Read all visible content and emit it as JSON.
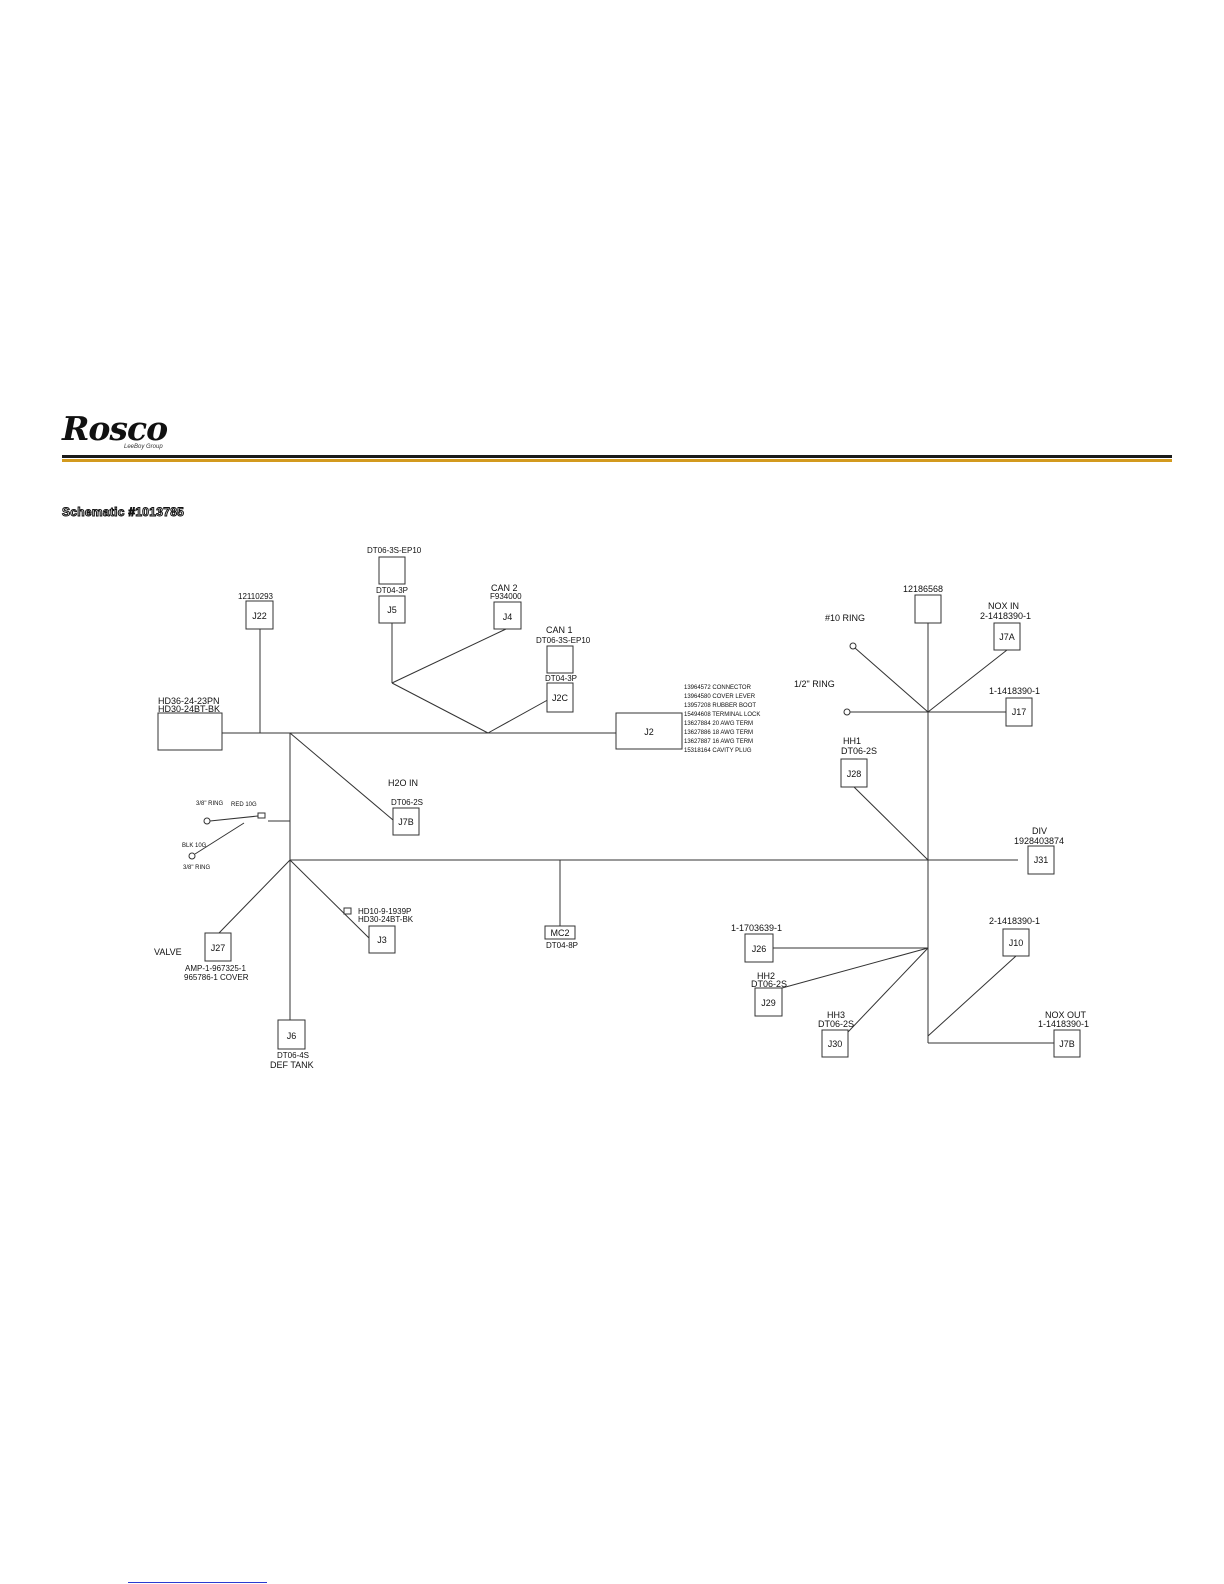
{
  "logo": {
    "text": "Rosco",
    "sub": "LeeBoy Group"
  },
  "title": "Schematic #1013785",
  "colors": {
    "rule_dark": "#1a1a1a",
    "rule_gold": "#d39a1e",
    "line": "#333333"
  },
  "nodes": {
    "hd36": {
      "label1": "HD36-24-23PN",
      "label2": "HD30-24BT-BK"
    },
    "j22": {
      "name": "J22",
      "label": "12110293"
    },
    "j5": {
      "name": "J5",
      "label_top": "DT06-3S-EP10",
      "label": "DT04-3P"
    },
    "j4": {
      "name": "J4",
      "label1": "CAN 2",
      "label2": "F934000"
    },
    "j2c": {
      "name": "J2C",
      "label1": "CAN 1",
      "label2": "DT06-3S-EP10",
      "label3": "DT04-3P"
    },
    "j2": {
      "name": "J2",
      "parts": [
        "13964572 CONNECTOR",
        "13964580 COVER LEVER",
        "13957208 RUBBER BOOT",
        "15494608 TERMINAL LOCK",
        "13627884 20 AWG TERM",
        "13627886 18 AWG TERM",
        "13627887 16 AWG TERM",
        "15318164 CAVITY PLUG"
      ]
    },
    "j7b_h2o": {
      "name": "J7B",
      "label1": "H2O IN",
      "label2": "DT06-2S"
    },
    "rings": {
      "top_ring": "3/8\" RING",
      "red": "RED 10G",
      "blk": "BLK 10G",
      "bottom_ring": "3/8\" RING"
    },
    "j27": {
      "name": "J27",
      "label_left": "VALVE",
      "label1": "AMP-1-967325-1",
      "label2": "965786-1 COVER"
    },
    "j3": {
      "name": "J3",
      "label1": "HD10-9-1939P",
      "label2": "HD30-24BT-BK"
    },
    "j6": {
      "name": "J6",
      "label1": "DT06-4S",
      "label2": "DEF TANK"
    },
    "mc2": {
      "name": "MC2",
      "label": "DT04-8P"
    },
    "top_box": {
      "label": "12186568"
    },
    "ring10": {
      "label": "#10 RING"
    },
    "ring12": {
      "label": "1/2\" RING"
    },
    "j7a": {
      "name": "J7A",
      "label1": "NOX IN",
      "label2": "2-1418390-1"
    },
    "j17": {
      "name": "J17",
      "label": "1-1418390-1"
    },
    "j28": {
      "name": "J28",
      "label1": "HH1",
      "label2": "DT06-2S"
    },
    "j31": {
      "name": "J31",
      "label1": "DIV",
      "label2": "1928403874"
    },
    "j26": {
      "name": "J26",
      "label": "1-1703639-1"
    },
    "j29": {
      "name": "J29",
      "label1": "HH2",
      "label2": "DT06-2S"
    },
    "j30": {
      "name": "J30",
      "label1": "HH3",
      "label2": "DT06-2S"
    },
    "j10": {
      "name": "J10",
      "label": "2-1418390-1"
    },
    "j7b_nox": {
      "name": "J7B",
      "label1": "NOX OUT",
      "label2": "1-1418390-1"
    }
  }
}
